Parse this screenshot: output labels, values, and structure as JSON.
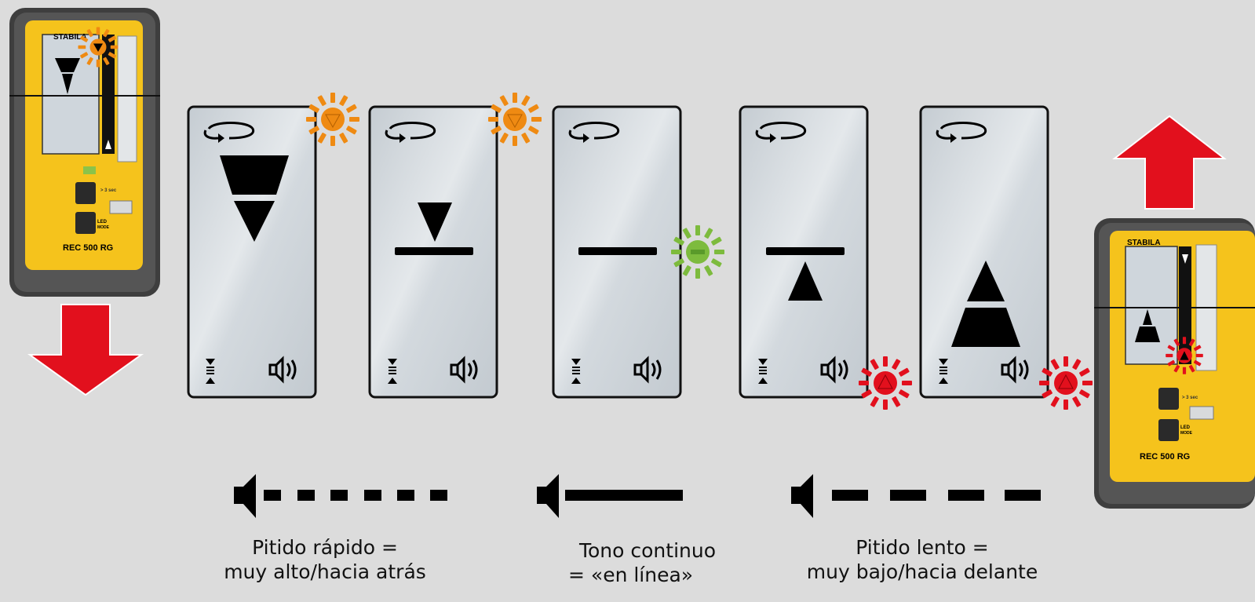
{
  "device": {
    "brand": "STABILA",
    "model": "REC 500 RG",
    "button_label_3sec": "> 3 sec",
    "button_label_led": "LED",
    "button_label_mode": "MODE"
  },
  "colors": {
    "body_yellow": "#f5c31c",
    "housing": "#3e3e3e",
    "arrow_red": "#e2101d",
    "led_orange": "#ef8a12",
    "led_green": "#7dbb3d",
    "led_red": "#e2101d",
    "display_bg": "#cfd6dc",
    "background": "#dcdcdc"
  },
  "displays": [
    {
      "state": "very-high",
      "indicator": "double-down-triangle",
      "led": "orange-down",
      "icons": [
        "rotation-icon",
        "precision-icon",
        "speaker-icon"
      ]
    },
    {
      "state": "high",
      "indicator": "down-triangle-with-line",
      "led": "orange-down",
      "icons": [
        "rotation-icon",
        "precision-icon",
        "speaker-icon"
      ]
    },
    {
      "state": "on-line",
      "indicator": "line",
      "led": "green-dash",
      "icons": [
        "rotation-icon",
        "precision-icon",
        "speaker-icon"
      ]
    },
    {
      "state": "low",
      "indicator": "line-with-up-triangle",
      "led": "red-up",
      "icons": [
        "rotation-icon",
        "precision-icon",
        "speaker-icon"
      ]
    },
    {
      "state": "very-low",
      "indicator": "double-up-triangle",
      "led": "red-up",
      "icons": [
        "rotation-icon",
        "precision-icon",
        "speaker-icon"
      ]
    }
  ],
  "signals": [
    {
      "pattern": "fast-beep",
      "caption_line1": "Pitido rápido =",
      "caption_line2": "muy alto/hacia atrás"
    },
    {
      "pattern": "continuous",
      "caption_line1": "Tono continuo",
      "caption_line2": "= «en línea»"
    },
    {
      "pattern": "slow-beep",
      "caption_line1": "Pitido lento =",
      "caption_line2": "muy bajo/hacia delante"
    }
  ],
  "arrows": {
    "left_device": "down-arrow",
    "right_device": "up-arrow"
  }
}
